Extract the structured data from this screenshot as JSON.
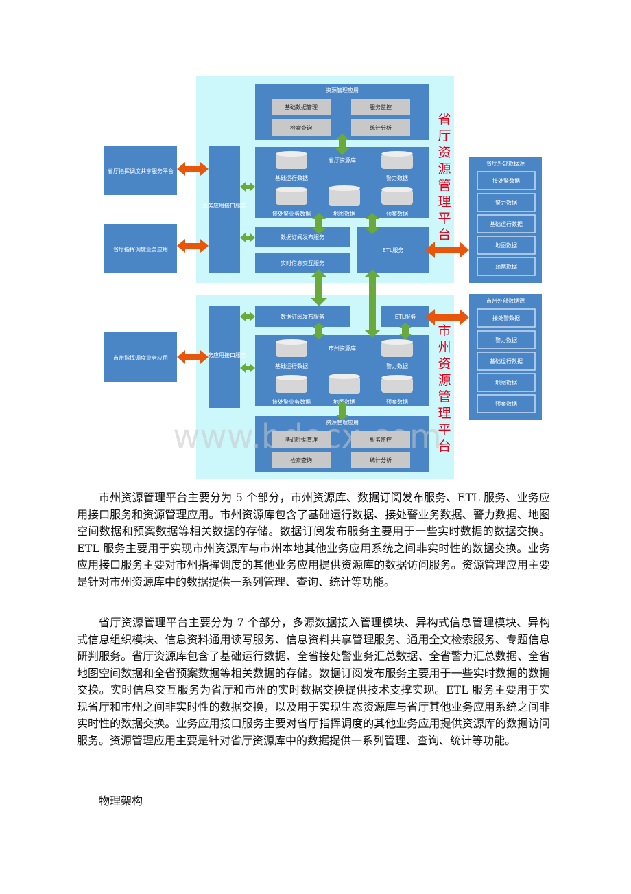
{
  "diagram": {
    "province": {
      "title_chars": [
        "省",
        "厅",
        "资",
        "源",
        "管",
        "理",
        "平",
        "台"
      ],
      "resource_mgmt": {
        "title": "资源管理应用",
        "items": [
          "基础数据管理",
          "服务监控",
          "检索查询",
          "统计分析"
        ]
      },
      "resource_db": {
        "title": "省厅资源库",
        "dbs": [
          "基础运行数据",
          "警力数据",
          "接处警业务数据",
          "地图数据",
          "预案数据"
        ]
      },
      "biz_interface": "业务应用接口服务",
      "subscribe": "数据订阅发布服务",
      "realtime": "实时信息交互服务",
      "etl": "ETL服务",
      "left_boxes": [
        "省厅指挥调度共享服务平台",
        "省厅指挥调度业务应用"
      ],
      "external": {
        "title": "省厅外部数据源",
        "items": [
          "接处警数据",
          "警力数据",
          "基础运行数据",
          "地图数据",
          "预案数据"
        ]
      }
    },
    "city": {
      "title_chars": [
        "市",
        "州",
        "资",
        "源",
        "管",
        "理",
        "平",
        "台"
      ],
      "resource_mgmt": {
        "title": "资源管理应用",
        "items": [
          "基础数据管理",
          "服务监控",
          "检索查询",
          "统计分析"
        ]
      },
      "resource_db": {
        "title": "市州资源库",
        "dbs": [
          "基础运行数据",
          "警力数据",
          "接处警业务数据",
          "地图数据",
          "预案数据"
        ]
      },
      "biz_interface": "业务应用接口服务",
      "subscribe": "数据订阅发布服务",
      "etl": "ETL服务",
      "left_boxes": [
        "市州指挥调度业务应用"
      ],
      "external": {
        "title": "市州外部数据源",
        "items": [
          "接处警数据",
          "警力数据",
          "基础运行数据",
          "地图数据",
          "预案数据"
        ]
      }
    },
    "watermark": "www.bdocx.com"
  },
  "paragraphs": [
    "市州资源管理平台主要分为 5 个部分，市州资源库、数据订阅发布服务、ETL 服务、业务应用接口服务和资源管理应用。市州资源库包含了基础运行数据、接处警业务数据、警力数据、地图空间数据和预案数据等相关数据的存储。数据订阅发布服务主要用于一些实时数据的数据交换。ETL 服务主要用于实现市州资源库与市州本地其他业务应用系统之间非实时性的数据交换。业务应用接口服务主要对市州指挥调度的其他业务应用提供资源库的数据访问服务。资源管理应用主要是针对市州资源库中的数据提供一系列管理、查询、统计等功能。",
    "省厅资源管理平台主要分为 7 个部分，多源数据接入管理模块、异构式信息管理模块、异构式信息组织模块、信息资料通用读写服务、信息资料共享管理服务、通用全文检索服务、专题信息研判服务。省厅资源库包含了基础运行数据、全省接处警业务汇总数据、全省警力汇总数据、全省地图空间数据和全省预案数据等相关数据的存储。数据订阅发布服务主要用于一些实时数据的数据交换。实时信息交互服务为省厅和市州的实时数据交换提供技术支撑实现。ETL 服务主要用于实现省厅和市州之间非实时性的数据交换，以及用于实现生态资源库与省厅其他业务应用系统之间非实时性的数据交换。业务应用接口服务主要对省厅指挥调度的其他业务应用提供资源库的数据访问服务。资源管理应用主要是针对省厅资源库中的数据提供一系列管理、查询、统计等功能。"
  ],
  "heading": "物理架构",
  "colors": {
    "cyan_bg": "#ccf7fb",
    "blue_box": "#4a86c6",
    "gray_box": "#c8c8c8",
    "green_arrow": "#6aaa3c",
    "orange_arrow": "#e8560c",
    "red_title": "#e0001b"
  }
}
